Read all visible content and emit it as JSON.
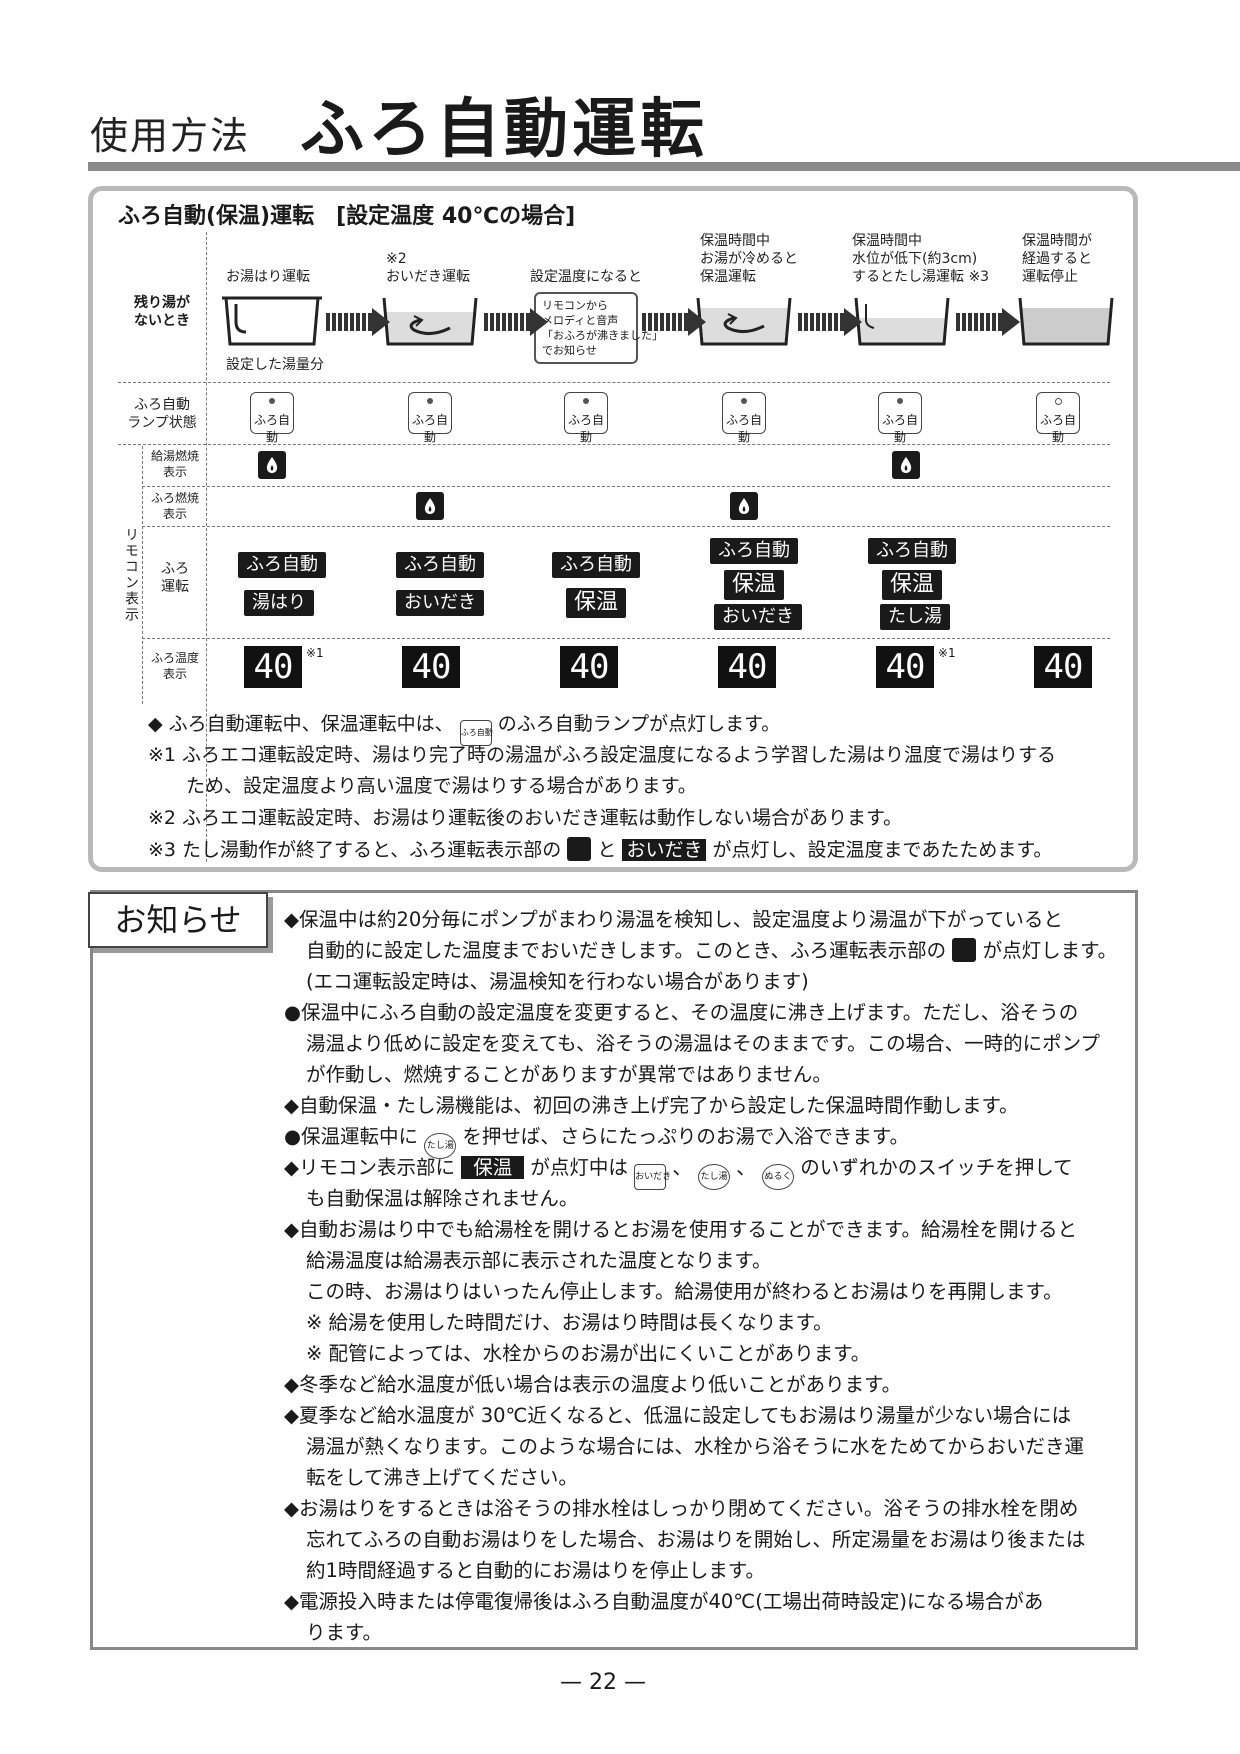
{
  "header": {
    "section": "使用方法",
    "title": "ふろ自動運転"
  },
  "panel": {
    "title": "ふろ自動(保温)運転　[設定温度 40℃の場合]",
    "row_labels": {
      "no_water": "残り湯が\nないとき",
      "lamp": "ふろ自動\nランプ状態",
      "remote_group": "リモコン表示",
      "supply_burn": "給湯燃焼\n表示",
      "bath_burn": "ふろ燃焼\n表示",
      "bath_op": "ふろ\n運転",
      "bath_temp": "ふろ温度\n表示"
    },
    "steps": [
      {
        "caption": "お湯はり運転",
        "below": "設定した湯量分"
      },
      {
        "caption": "※2\nおいだき運転",
        "below": ""
      },
      {
        "caption": "設定温度になると",
        "below": ""
      },
      {
        "caption": "保温時間中\nお湯が冷めると\n保温運転",
        "below": ""
      },
      {
        "caption": "保温時間中\n水位が低下(約3cm)\nするとたし湯運転 ※3",
        "below": ""
      },
      {
        "caption": "保温時間が\n経過すると\n運転停止",
        "below": ""
      }
    ],
    "message_box": "リモコンから\nメロディと音声\n「おふろが沸きました」\nでお知らせ",
    "lamp_label": "ふろ自動",
    "ops": [
      [
        "ふろ自動",
        "湯はり"
      ],
      [
        "ふろ自動",
        "おいだき"
      ],
      [
        "ふろ自動",
        "保温"
      ],
      [
        "ふろ自動",
        "保温",
        "おいだき"
      ],
      [
        "ふろ自動",
        "保温",
        "たし湯"
      ],
      []
    ],
    "temps": [
      "40",
      "40",
      "40",
      "40",
      "40",
      "40"
    ],
    "temp_marks": [
      "※1",
      "",
      "",
      "",
      "※1",
      ""
    ],
    "notes": {
      "n0_a": "◆ ふろ自動運転中、保温運転中は、",
      "n0_btn": "ふろ自動",
      "n0_b": "のふろ自動ランプが点灯します。",
      "n1_a": "※1 ふろエコ運転設定時、湯はり完了時の湯温がふろ設定温度になるよう学習した湯はり温度で湯はりする",
      "n1_b": "ため、設定温度より高い温度で湯はりする場合があります。",
      "n2": "※2 ふろエコ運転設定時、お湯はり運転後のおいだき運転は動作しない場合があります。",
      "n3_a": "※3 たし湯動作が終了すると、ふろ運転表示部の",
      "n3_b": "と",
      "n3_badge": "おいだき",
      "n3_c": "が点灯し、設定温度まであたためます。"
    }
  },
  "notice": {
    "tab": "お知らせ",
    "l1": "◆保温中は約20分毎にポンプがまわり湯温を検知し、設定温度より湯温が下がっていると",
    "l2a": "自動的に設定した温度までおいだきします。このとき、ふろ運転表示部の",
    "l2b": "が点灯します。",
    "l3": "(エコ運転設定時は、湯温検知を行わない場合があります)",
    "l4": "●保温中にふろ自動の設定温度を変更すると、その温度に沸き上げます。ただし、浴そうの",
    "l5": "湯温より低めに設定を変えても、浴そうの湯温はそのままです。この場合、一時的にポンプ",
    "l6": "が作動し、燃焼することがありますが異常ではありません。",
    "l7": "◆自動保温・たし湯機能は、初回の沸き上げ完了から設定した保温時間作動します。",
    "l8a": "●保温運転中に",
    "l8btn": "たし湯",
    "l8b": "を押せば、さらにたっぷりのお湯で入浴できます。",
    "l9a": "◆リモコン表示部に",
    "l9badge": "保温",
    "l9b": "が点灯中は",
    "l9btn1": "おいだき",
    "l9btn2": "たし湯",
    "l9btn3": "ぬるく",
    "l9sep": "、",
    "l9c": "のいずれかのスイッチを押して",
    "l10": "も自動保温は解除されません。",
    "l11": "◆自動お湯はり中でも給湯栓を開けるとお湯を使用することができます。給湯栓を開けると",
    "l12": "給湯温度は給湯表示部に表示された温度となります。",
    "l13": "この時、お湯はりはいったん停止します。給湯使用が終わるとお湯はりを再開します。",
    "l14": "※ 給湯を使用した時間だけ、お湯はり時間は長くなります。",
    "l15": "※ 配管によっては、水栓からのお湯が出にくいことがあります。",
    "l16": "◆冬季など給水温度が低い場合は表示の温度より低いことがあります。",
    "l17": "◆夏季など給水温度が 30℃近くなると、低温に設定してもお湯はり湯量が少ない場合には",
    "l18": "湯温が熱くなります。このような場合には、水栓から浴そうに水をためてからおいだき運",
    "l19": "転をして沸き上げてください。",
    "l20": "◆お湯はりをするときは浴そうの排水栓はしっかり閉めてください。浴そうの排水栓を閉め",
    "l21": "忘れてふろの自動お湯はりをした場合、お湯はりを開始し、所定湯量をお湯はり後または",
    "l22": "約1時間経過すると自動的にお湯はりを停止します。",
    "l23": "◆電源投入時または停電復帰後はふろ自動温度が40℃(工場出荷時設定)になる場合があ",
    "l24": "ります。"
  },
  "page_number": "— 22 —"
}
